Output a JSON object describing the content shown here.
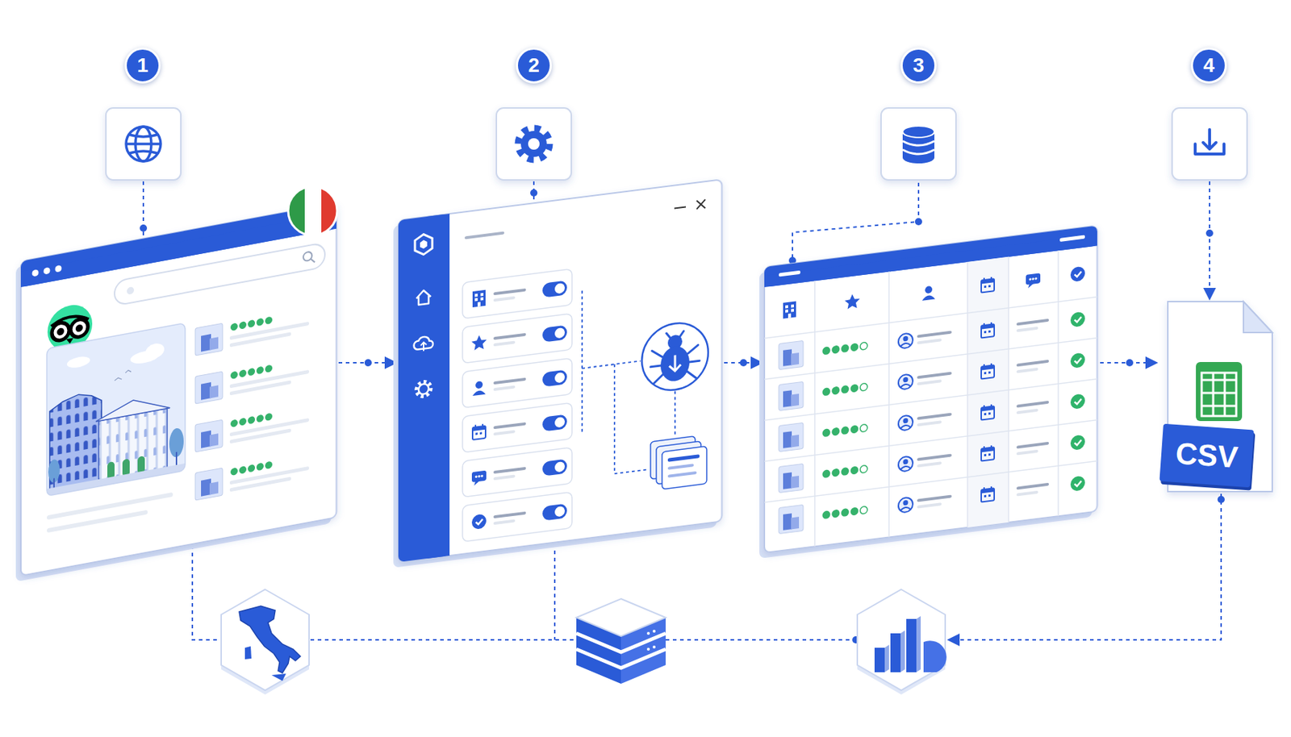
{
  "diagram": {
    "nodes": [
      {
        "text": [
          "1"
        ]
      },
      {
        "text": [
          "2"
        ]
      },
      {
        "text": [
          "3"
        ]
      },
      {
        "text": [
          "4"
        ]
      },
      {
        "text": [
          "CSV"
        ]
      }
    ]
  }
}
